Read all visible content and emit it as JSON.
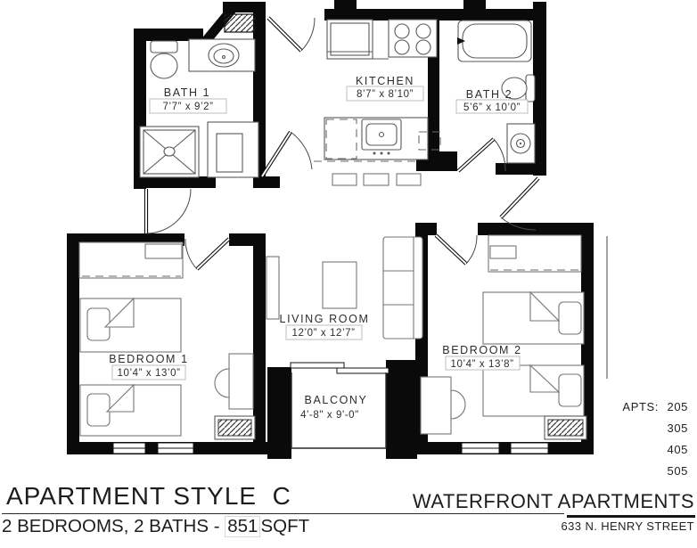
{
  "plan": {
    "rooms": [
      {
        "name": "BATH 1",
        "dims": "7’7” x 9’2”"
      },
      {
        "name": "KITCHEN",
        "dims": "8’7” x 8’10”"
      },
      {
        "name": "BATH 2",
        "dims": "5’6” x 10’0”"
      },
      {
        "name": "LIVING ROOM",
        "dims": "12’0” x 12’7”"
      },
      {
        "name": "BEDROOM 1",
        "dims": "10’4” x 13’0”"
      },
      {
        "name": "BEDROOM 2",
        "dims": "10’4” x 13’8”"
      },
      {
        "name": "BALCONY",
        "dims": "4'-8\"  x  9'-0\""
      }
    ],
    "apts": {
      "label": "APTS:",
      "numbers": [
        "205",
        "305",
        "405",
        "505"
      ]
    }
  },
  "title_block": {
    "style_label": "APARTMENT STYLE  C",
    "specs_prefix": "2 BEDROOMS, 2 BATHS - ",
    "sqft_value": "851",
    "sqft_suffix": "SQFT",
    "property_name": "WATERFRONT APARTMENTS",
    "address": "633 N. HENRY STREET"
  },
  "colors": {
    "wall": "#0a0a0a",
    "fixture_line": "#5a5a5a",
    "label_text": "#2d2d2d"
  }
}
